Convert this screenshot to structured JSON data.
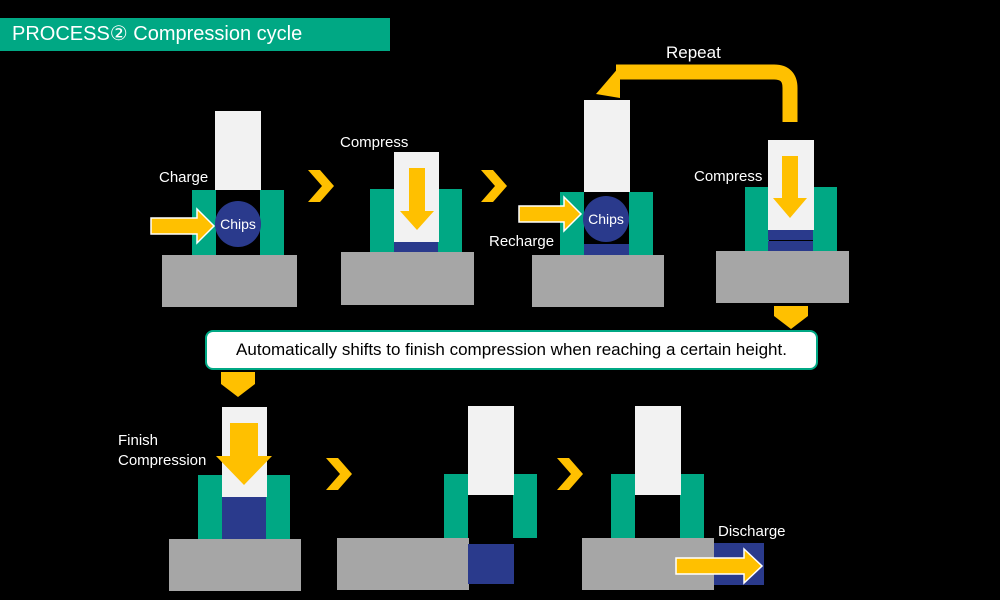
{
  "title": "PROCESS② Compression cycle",
  "labels": {
    "charge": "Charge",
    "compress_1": "Compress",
    "repeat": "Repeat",
    "recharge": "Recharge",
    "compress_2": "Compress",
    "chips_1": "Chips",
    "chips_2": "Chips",
    "finish_line1": "Finish",
    "finish_line2": "Compression",
    "discharge": "Discharge"
  },
  "note": "Automatically shifts to finish compression when reaching a certain height.",
  "colors": {
    "accent_green": "#00a884",
    "arrow_yellow": "#ffc000",
    "base_gray": "#a6a6a6",
    "punch_white": "#f2f2f2",
    "chip_blue": "#2a3a8c",
    "background": "#000000"
  }
}
